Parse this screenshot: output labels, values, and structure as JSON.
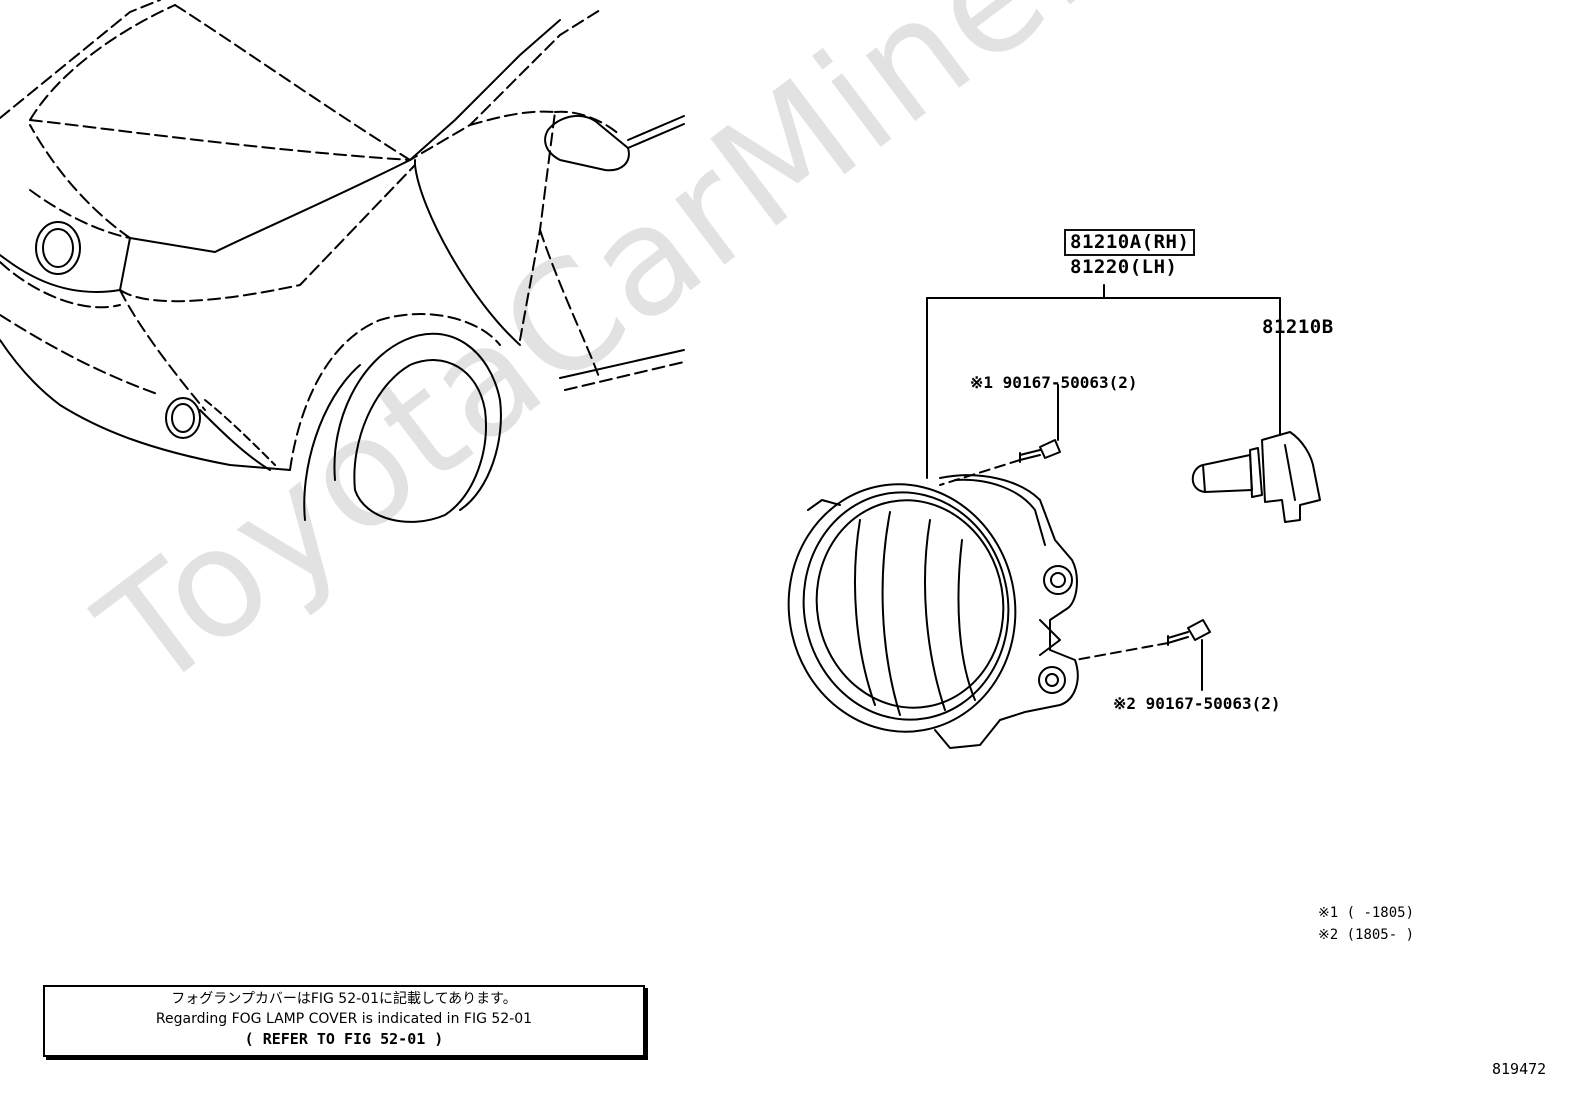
{
  "diagram": {
    "watermark": "ToyotaCarMine.ru",
    "parts": {
      "assembly_rh": "81210A(RH)",
      "assembly_lh": "81220(LH)",
      "bulb": "81210B",
      "screw_1": "※1 90167-50063(2)",
      "screw_2": "※2 90167-50063(2)"
    },
    "footnotes": {
      "note_1": "※1 (     -1805)",
      "note_2": "※2 (1805-     )"
    },
    "note": {
      "line_jp": "フォグランプカバーはFIG 52-01に記載してあります。",
      "line_en": "Regarding FOG LAMP COVER is indicated in FIG 52-01",
      "line_ref": "(   REFER TO FIG 52-01   )"
    },
    "figure_number": "819472"
  }
}
